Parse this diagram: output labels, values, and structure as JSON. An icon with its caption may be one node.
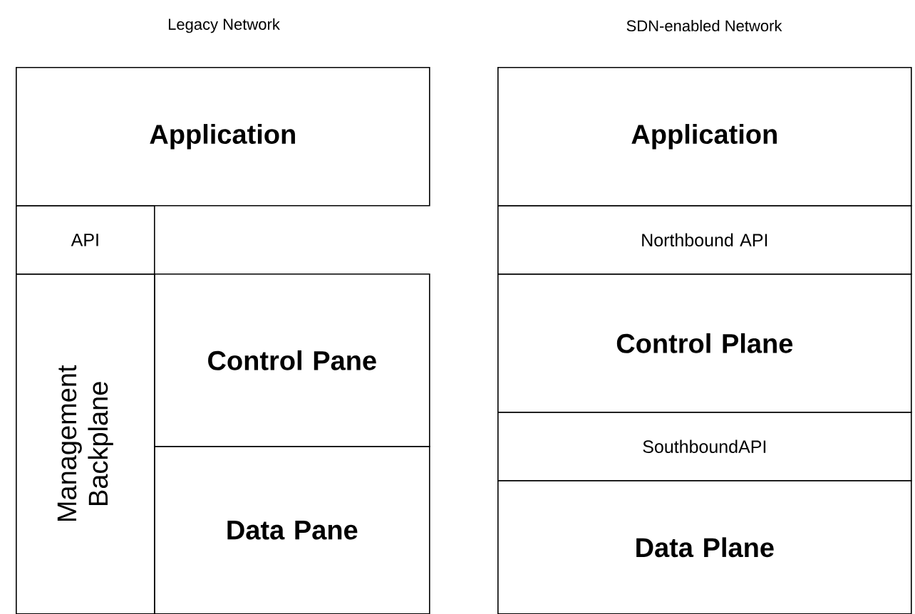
{
  "diagram": {
    "nodes": [
      {
        "text": [
          "Application"
        ]
      },
      {
        "text": [
          "API"
        ]
      },
      {
        "text": [
          "Management Backplane"
        ]
      },
      {
        "text": [
          "Control Pane"
        ]
      },
      {
        "text": [
          "Data Pane"
        ]
      },
      {
        "text": [
          "Application"
        ]
      },
      {
        "text": [
          "Northbound API"
        ]
      },
      {
        "text": [
          "Control Plane"
        ]
      },
      {
        "text": [
          "SouthboundAPI"
        ]
      },
      {
        "text": [
          "Data Plane"
        ]
      }
    ],
    "labels": [
      "Legacy Network",
      "SDN-enabled Network"
    ]
  }
}
